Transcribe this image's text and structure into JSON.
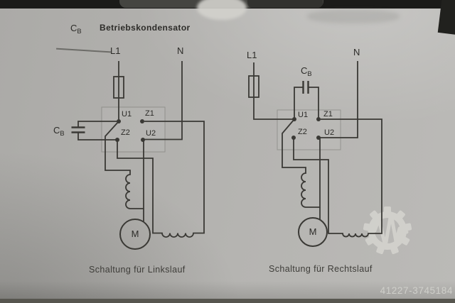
{
  "header": {
    "symbol_main": "C",
    "symbol_sub": "B",
    "title": "Betriebskondensator"
  },
  "photo_id": "41227-3745184",
  "left_diagram": {
    "caption": "Schaltung für Linkslauf",
    "phase_label": "L1",
    "neutral_label": "N",
    "capacitor_main": "C",
    "capacitor_sub": "B",
    "motor_label": "M",
    "terminals": {
      "u1": "U1",
      "z1": "Z1",
      "z2": "Z2",
      "u2": "U2"
    }
  },
  "right_diagram": {
    "caption": "Schaltung für Rechtslauf",
    "phase_label": "L1",
    "neutral_label": "N",
    "capacitor_main": "C",
    "capacitor_sub": "B",
    "motor_label": "M",
    "terminals": {
      "u1": "U1",
      "z1": "Z1",
      "z2": "Z2",
      "u2": "U2"
    }
  },
  "colors": {
    "paper": "#b3b2af",
    "ink": "#3a3935",
    "watermark": "#eeede7",
    "id_text": "#cfcfca"
  }
}
